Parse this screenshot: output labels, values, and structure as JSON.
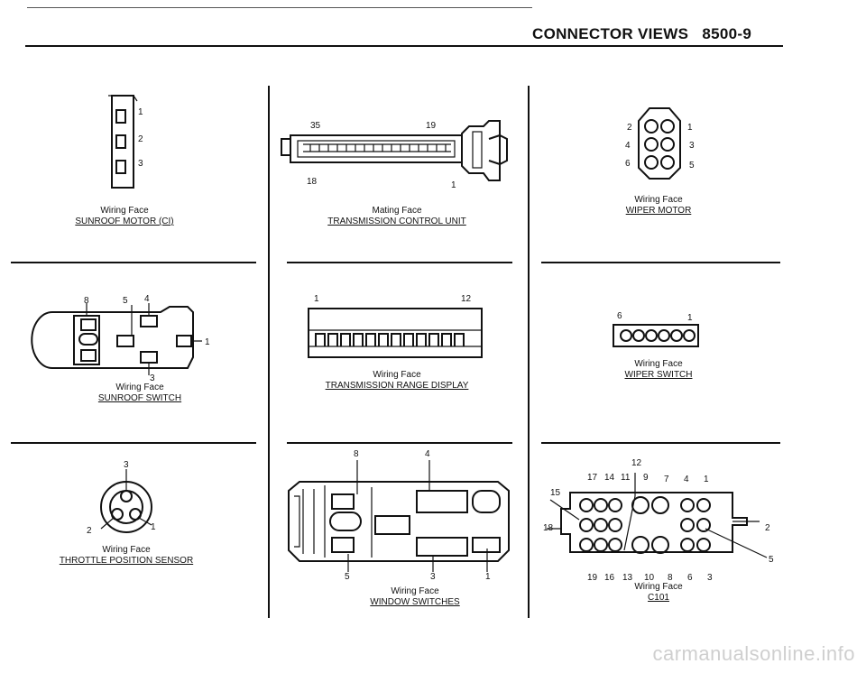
{
  "header": {
    "title": "CONNECTOR VIEWS",
    "page": "8500-9"
  },
  "connectors": {
    "sunroof_motor": {
      "label": "Wiring Face",
      "name": "SUNROOF MOTOR (CI)",
      "pins": [
        "1",
        "2",
        "3"
      ]
    },
    "tcu": {
      "label": "Mating Face",
      "name": "TRANSMISSION CONTROL UNIT",
      "pins": [
        "35",
        "19",
        "18",
        "1"
      ]
    },
    "wiper_motor": {
      "label": "Wiring Face",
      "name": "WIPER MOTOR",
      "pins": [
        "2",
        "1",
        "4",
        "3",
        "6",
        "5"
      ]
    },
    "sunroof_switch": {
      "label": "Wiring Face",
      "name": "SUNROOF SWITCH",
      "pins": [
        "8",
        "5",
        "4",
        "1",
        "3"
      ]
    },
    "trd": {
      "label": "Wiring Face",
      "name": "TRANSMISSION RANGE DISPLAY",
      "pins": [
        "1",
        "12"
      ]
    },
    "wiper_switch": {
      "label": "Wiring Face",
      "name": "WIPER SWITCH",
      "pins": [
        "6",
        "1"
      ]
    },
    "throttle": {
      "label": "Wiring Face",
      "name": "THROTTLE POSITION SENSOR",
      "pins": [
        "3",
        "2",
        "1"
      ]
    },
    "window_switches": {
      "label": "Wiring Face",
      "name": "WINDOW SWITCHES",
      "pins": [
        "8",
        "4",
        "5",
        "3",
        "1"
      ]
    },
    "c101": {
      "label": "Wiring Face",
      "name": "C101",
      "pins": [
        "12",
        "17",
        "14",
        "11",
        "9",
        "7",
        "4",
        "1",
        "15",
        "18",
        "2",
        "5",
        "19",
        "16",
        "13",
        "10",
        "8",
        "6",
        "3"
      ]
    }
  },
  "watermark": "carmanualsonline.info"
}
